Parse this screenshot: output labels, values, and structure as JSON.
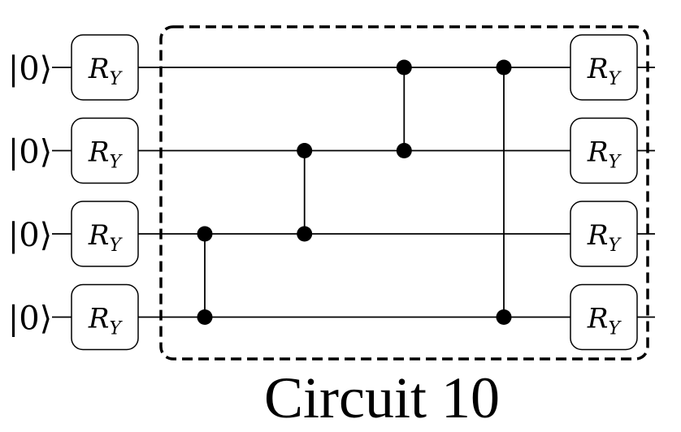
{
  "figure": {
    "caption": "Circuit 10",
    "foreground": "#000000",
    "background": "#ffffff"
  },
  "circuit": {
    "num_qubits": 4,
    "qubit_label": "|0⟩",
    "gate": {
      "base": "R",
      "subscript": "Y"
    },
    "structure": {
      "left_column": "RY rotation on every qubit",
      "entangling_block_border": "dashed rounded rectangle",
      "right_column": "RY rotation on every qubit"
    },
    "cz_gates": [
      {
        "column": 0,
        "qubits": [
          2,
          3
        ]
      },
      {
        "column": 1,
        "qubits": [
          1,
          2
        ]
      },
      {
        "column": 2,
        "qubits": [
          0,
          1
        ]
      },
      {
        "column": 3,
        "qubits": [
          0,
          3
        ]
      }
    ]
  }
}
